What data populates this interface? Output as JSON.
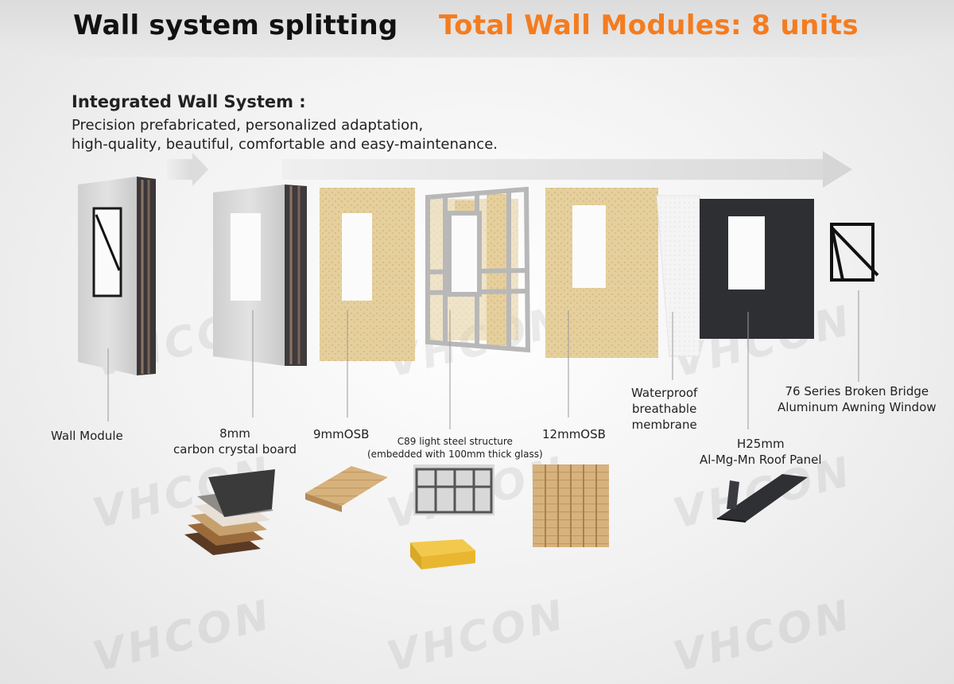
{
  "header": {
    "title": "Wall system splitting",
    "total": "Total Wall Modules:  8 units",
    "total_color": "#f47c20"
  },
  "intro": {
    "heading": "Integrated Wall System :",
    "line1": "Precision prefabricated, personalized adaptation,",
    "line2": "high-quality, beautiful, comfortable and easy-maintenance."
  },
  "components": {
    "wall_module": "Wall Module",
    "carbon_a": "8mm",
    "carbon_b": "carbon crystal board",
    "osb9": "9mmOSB",
    "steel_a": "C89 light steel structure",
    "steel_b": "(embedded with 100mm thick glass)",
    "osb12": "12mmOSB",
    "membrane_a": "Waterproof",
    "membrane_b": "breathable",
    "membrane_c": "membrane",
    "roof_a": "H25mm",
    "roof_b": "Al-Mg-Mn Roof Panel",
    "window_a": "76 Series Broken Bridge",
    "window_b": "Aluminum Awning Window"
  },
  "watermark": "VHCON"
}
